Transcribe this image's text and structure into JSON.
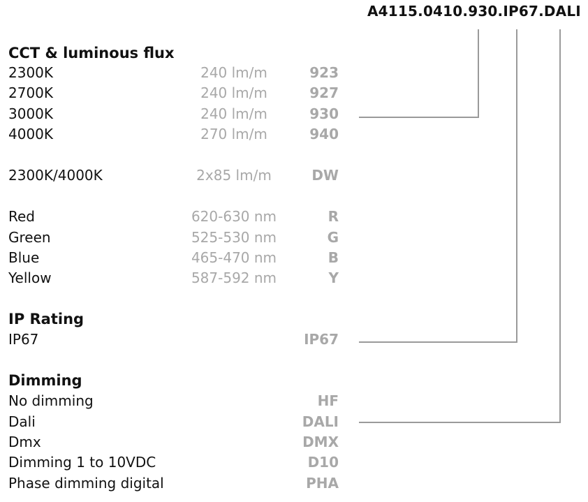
{
  "product_code": "A4115.0410.930.IP67.DALI",
  "sections": {
    "cct": {
      "heading": "CCT & luminous flux",
      "rows": [
        {
          "label": "2300K",
          "value": "240 lm/m",
          "code": "923"
        },
        {
          "label": "2700K",
          "value": "240 lm/m",
          "code": "927"
        },
        {
          "label": "3000K",
          "value": "240 lm/m",
          "code": "930"
        },
        {
          "label": "4000K",
          "value": "270 lm/m",
          "code": "940"
        },
        {
          "label": "2300K/4000K",
          "value": "2x85 lm/m",
          "code": "DW"
        },
        {
          "label": "Red",
          "value": "620-630 nm",
          "code": "R"
        },
        {
          "label": "Green",
          "value": "525-530 nm",
          "code": "G"
        },
        {
          "label": "Blue",
          "value": "465-470 nm",
          "code": "B"
        },
        {
          "label": "Yellow",
          "value": "587-592 nm",
          "code": "Y"
        }
      ]
    },
    "ip": {
      "heading": "IP Rating",
      "rows": [
        {
          "label": "IP67",
          "value": "",
          "code": "IP67"
        }
      ]
    },
    "dimming": {
      "heading": "Dimming",
      "rows": [
        {
          "label": "No dimming",
          "value": "",
          "code": "HF"
        },
        {
          "label": "Dali",
          "value": "",
          "code": "DALI"
        },
        {
          "label": "Dmx",
          "value": "",
          "code": "DMX"
        },
        {
          "label": "Dimming 1 to 10VDC",
          "value": "",
          "code": "D10"
        },
        {
          "label": "Phase dimming digital",
          "value": "",
          "code": "PHA"
        }
      ]
    }
  },
  "colors": {
    "text": "#111111",
    "muted": "#a8a8a8",
    "line": "#9a9a9a"
  }
}
